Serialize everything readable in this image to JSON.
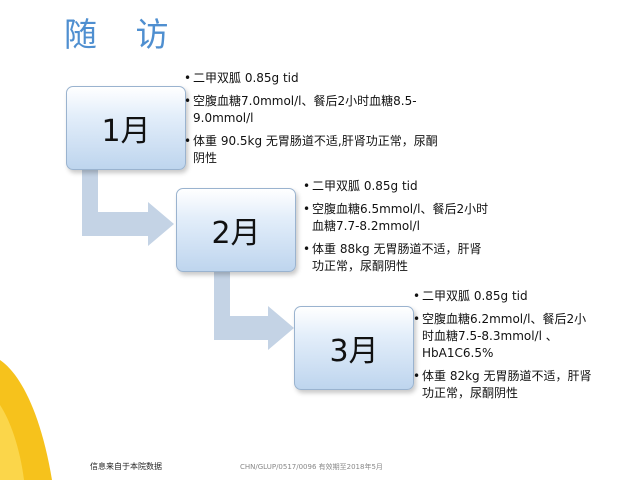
{
  "title": "随 访",
  "steps": [
    {
      "label": "1月",
      "bullets": [
        "二甲双胍 0.85g tid",
        "空腹血糖7.0mmol/l、餐后2小时血糖8.5-9.0mmol/l",
        "体重 90.5kg  无胃肠道不适,肝肾功正常，尿酮阴性"
      ]
    },
    {
      "label": "2月",
      "bullets": [
        "二甲双胍 0.85g tid",
        "空腹血糖6.5mmol/l、餐后2小时血糖7.7-8.2mmol/l",
        "体重 88kg 无胃肠道不适，肝肾功正常，尿酮阴性"
      ]
    },
    {
      "label": "3月",
      "bullets": [
        "二甲双胍 0.85g tid",
        "空腹血糖6.2mmol/l、餐后2小时血糖7.5-8.3mmol/l 、HbA1C6.5%",
        "体重 82kg  无胃肠道不适，肝肾功正常，尿酮阴性"
      ]
    }
  ],
  "footer": {
    "source": "信息来自于本院数据",
    "code": "CHN/GLUP/0517/0096   有效期至2018年5月"
  },
  "colors": {
    "title": "#4f8fd0",
    "arrow": "#c4d3e5",
    "accent": "#f6c21c"
  }
}
